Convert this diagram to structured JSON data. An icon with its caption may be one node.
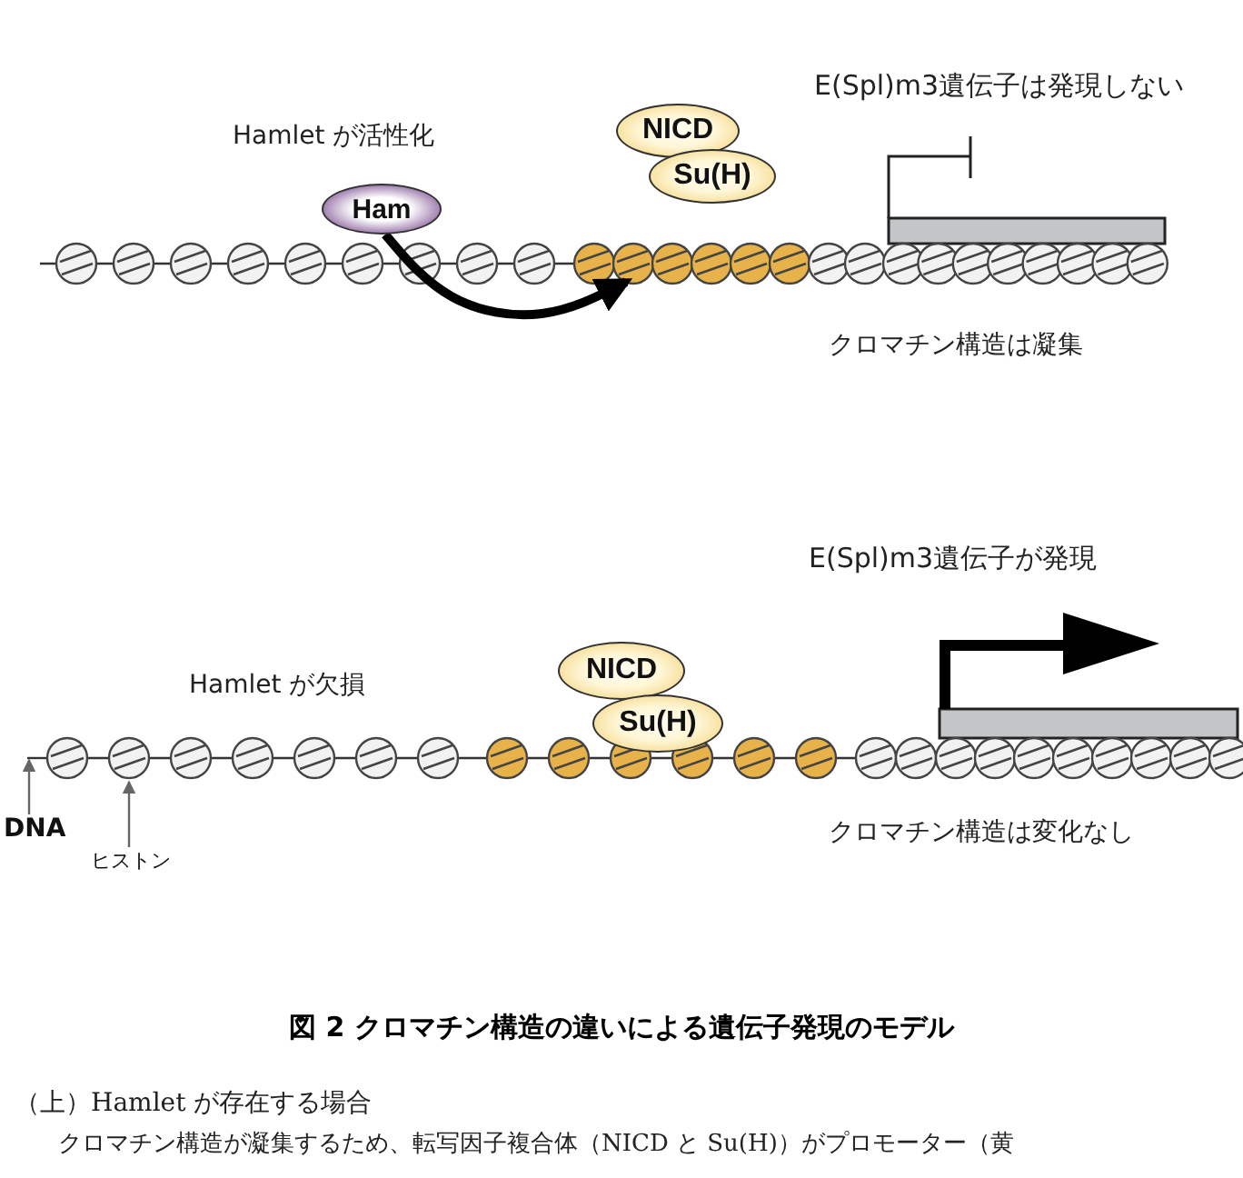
{
  "diagram": {
    "title": "図 2 クロマチン構造の違いによる遺伝子発現のモデル",
    "nodes": [
      {
        "text": [
          "Ham"
        ]
      },
      {
        "text": [
          "NICD"
        ]
      },
      {
        "text": [
          "Su(H)"
        ]
      },
      {
        "text": [],
        "shape": "circle"
      },
      {
        "text": [
          "NICD"
        ]
      },
      {
        "text": [
          "Su(H)"
        ]
      },
      {
        "text": [
          "DNA"
        ]
      },
      {
        "text": [
          "ヒストン"
        ]
      },
      {
        "text": [],
        "shape": "circle"
      },
      {
        "text": [],
        "shape": "bar"
      },
      {
        "text": [],
        "shape": "bar"
      },
      {
        "text": [],
        "shape": "line"
      }
    ],
    "edges": [
      {
        "from": 0,
        "to": 3,
        "arrow": "to",
        "style": "thick",
        "color": "#000000"
      },
      {
        "from": 6,
        "to": 11,
        "arrow": "to"
      },
      {
        "from": 7,
        "to": 8,
        "arrow": "to"
      }
    ],
    "labels": [
      "E(Spl)m3遺伝子は発現しない",
      "Hamlet が活性化",
      "クロマチン構造は凝集",
      "E(Spl)m3遺伝子が発現",
      "Hamlet が欠損",
      "クロマチン構造は変化なし",
      "（上）Hamlet が存在する場合",
      "クロマチン構造が凝集するため、転写因子複合体（NICD と Su(H)）がプロモーター（黄"
    ]
  }
}
